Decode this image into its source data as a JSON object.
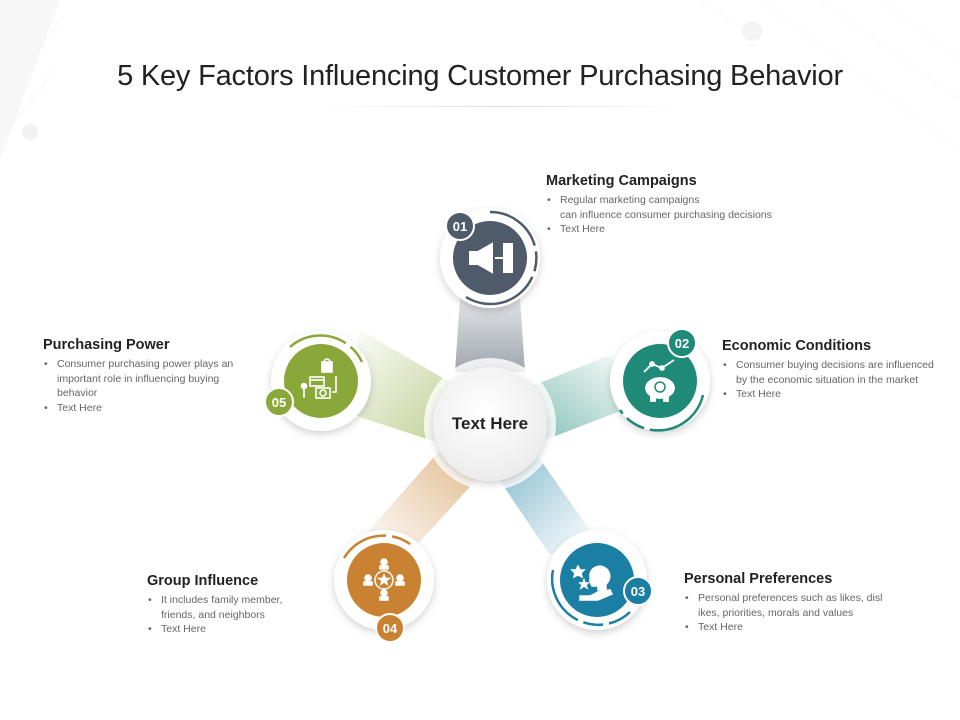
{
  "title": "5 Key Factors Influencing Customer Purchasing Behavior",
  "center": {
    "label": "Text Here"
  },
  "colors": {
    "marketing": "#4f5b6b",
    "economic": "#1f8a78",
    "personal": "#1a7fa3",
    "group": "#c98232",
    "purchasing": "#8aa83a"
  },
  "factors": [
    {
      "number": "01",
      "heading": "Marketing Campaigns",
      "bullets": [
        "Regular marketing campaigns",
        "can influence consumer purchasing decisions",
        "Text Here"
      ],
      "icon": "megaphone-icon"
    },
    {
      "number": "02",
      "heading": "Economic Conditions",
      "bullets": [
        "Consumer buying decisions are influenced",
        "by the economic situation in the market",
        "Text Here"
      ],
      "icon": "piggy-bank-icon"
    },
    {
      "number": "03",
      "heading": "Personal Preferences",
      "bullets": [
        "Personal preferences such as likes, disl",
        "ikes, priorities, morals and values",
        "Text Here"
      ],
      "icon": "head-hand-stars-icon"
    },
    {
      "number": "04",
      "heading": "Group Influence",
      "bullets": [
        "It includes family member,",
        "friends, and neighbors",
        "Text Here"
      ],
      "icon": "group-network-icon"
    },
    {
      "number": "05",
      "heading": "Purchasing Power",
      "bullets": [
        "Consumer purchasing power plays an",
        "important role in influencing buying",
        "behavior",
        "Text Here"
      ],
      "icon": "shopping-money-icon"
    }
  ]
}
